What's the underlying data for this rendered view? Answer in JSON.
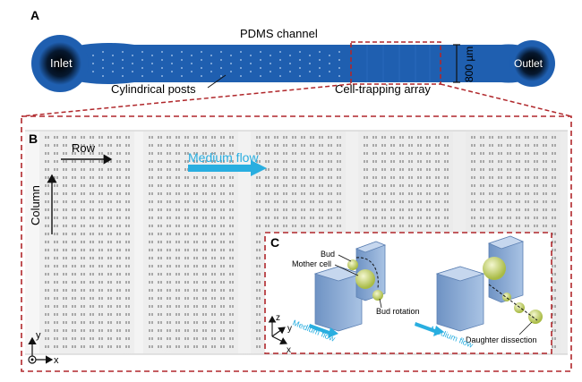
{
  "panel_a": {
    "letter": "A",
    "title": "PDMS channel",
    "inlet": "Inlet",
    "outlet": "Outlet",
    "posts": "Cylindrical posts",
    "array": "Cell-trapping array",
    "scale": "800 µm"
  },
  "panel_b": {
    "letter": "B",
    "row": "Row",
    "column": "Column",
    "flow": "Medium flow",
    "axis_y": "y",
    "axis_x": "x"
  },
  "panel_c": {
    "letter": "C",
    "bud": "Bud",
    "mother": "Mother cell",
    "rotation": "Bud rotation",
    "daughter": "Daughter dissection",
    "flow1": "Medium flow",
    "flow2": "Medium flow",
    "axis_z": "z",
    "axis_y": "y",
    "axis_x": "x"
  },
  "colors": {
    "channel": "#1f5fb0",
    "flow": "#29aee0",
    "dashed": "#b0272b",
    "trap": "#8fb0d8",
    "cell": "#cfdc7a"
  }
}
